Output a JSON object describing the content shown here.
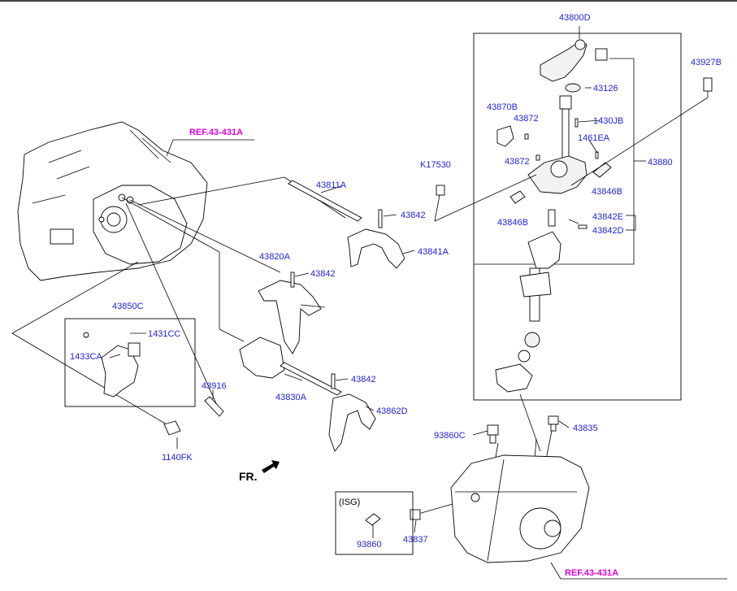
{
  "labels": {
    "p43800D": "43800D",
    "p43927B": "43927B",
    "p43126": "43126",
    "p43870B": "43870B",
    "p43872a": "43872",
    "p1430JB": "1430JB",
    "p1461EA": "1461EA",
    "p43872b": "43872",
    "p43880": "43880",
    "p43846Ba": "43846B",
    "p43846Bb": "43846B",
    "p43842E": "43842E",
    "p43842D": "43842D",
    "pK17530": "K17530",
    "p43811A": "43811A",
    "p43842a": "43842",
    "p43841A": "43841A",
    "p43820A": "43820A",
    "p43842b": "43842",
    "p43850C": "43850C",
    "p1431CC": "1431CC",
    "p1433CA": "1433CA",
    "p43916": "43916",
    "p43842c": "43842",
    "p43830A": "43830A",
    "p43862D": "43862D",
    "p1140FK": "1140FK",
    "p93860C": "93860C",
    "p43835": "43835",
    "isg": "(ISG)",
    "p93860": "93860",
    "p43837": "43837"
  },
  "refs": {
    "ref_top": "REF.43-431A",
    "ref_bottom": "REF.43-431A"
  },
  "front_marker": "FR.",
  "colors": {
    "part_label": "#1f1fd6",
    "ref_label": "#e000d8",
    "line": "#000000"
  }
}
